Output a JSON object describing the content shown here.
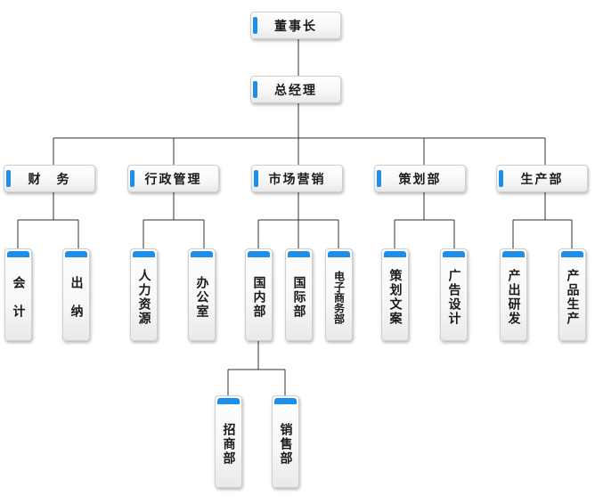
{
  "org": {
    "chairman": "董事长",
    "gm": "总经理",
    "depts": {
      "finance": "财　务",
      "admin": "行政管理",
      "marketing": "市场营销",
      "planning": "策划部",
      "production": "生产部"
    },
    "units": {
      "accounting": "会计",
      "cashier": "出纳",
      "hr": "人力资源",
      "office": "办公室",
      "domestic": "国内部",
      "international": "国际部",
      "ecommerce": "电子商务部",
      "copywriting": "策划文案",
      "ad_design": "广告设计",
      "rd": "产出研发",
      "product_prod": "产品生产",
      "recruiting": "招商部",
      "sales": "销售部"
    }
  },
  "colors": {
    "accent": "#1e8fe8",
    "line": "#333333"
  }
}
